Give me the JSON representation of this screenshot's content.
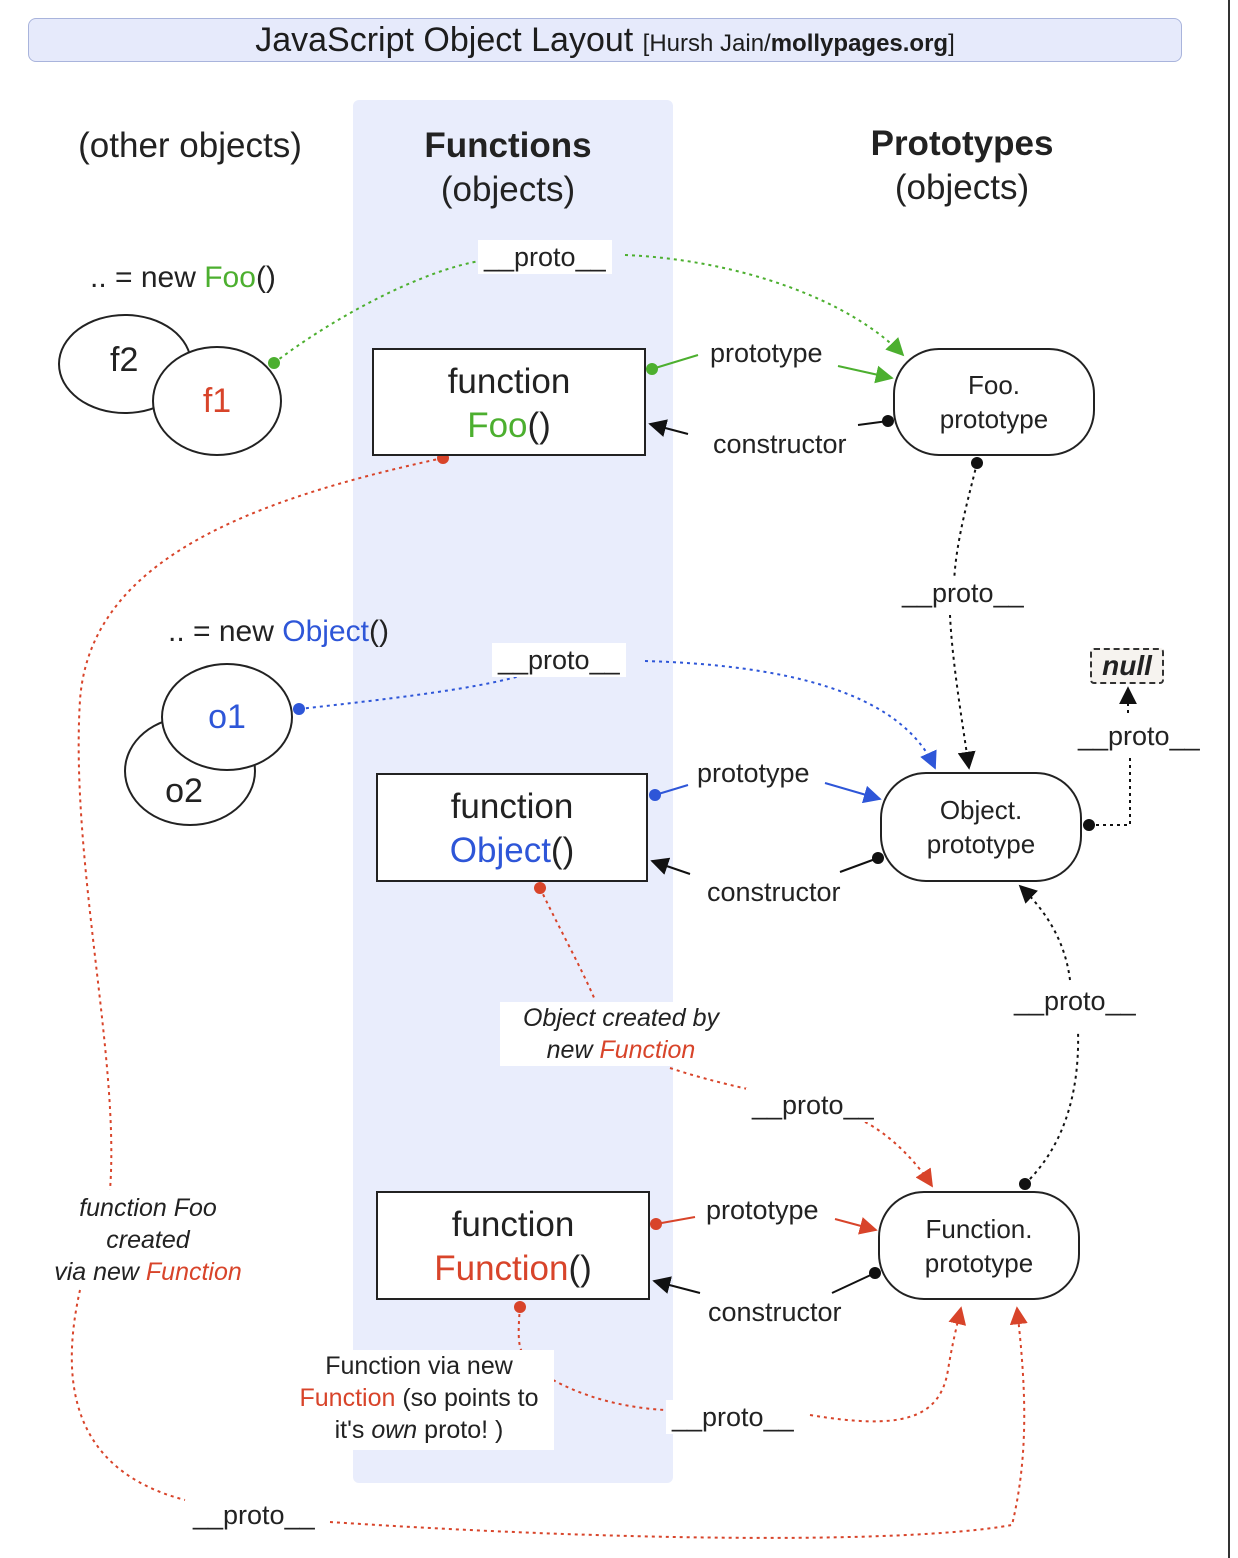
{
  "title": {
    "main": "JavaScript Object Layout",
    "credit_prefix": "[Hursh Jain/",
    "credit_site": "mollypages.org",
    "credit_suffix": "]"
  },
  "columns": {
    "other": "(other objects)",
    "functions_title": "Functions",
    "functions_sub": "(objects)",
    "prototypes_title": "Prototypes",
    "prototypes_sub": "(objects)"
  },
  "expressions": {
    "foo_prefix": ".. = new ",
    "foo_name": "Foo",
    "foo_suffix": "()",
    "object_prefix": ".. = new ",
    "object_name": "Object",
    "object_suffix": "()"
  },
  "instances": {
    "f1": "f1",
    "f2": "f2",
    "o1": "o1",
    "o2": "o2"
  },
  "functions": {
    "keyword": "function",
    "foo_name": "Foo",
    "object_name": "Object",
    "function_name": "Function",
    "parens": "()"
  },
  "prototypes": {
    "foo_line1": "Foo.",
    "object_line1": "Object.",
    "function_line1": "Function.",
    "line2": "prototype"
  },
  "null_label": "null",
  "edge_labels": {
    "proto": "__proto__",
    "prototype": "prototype",
    "constructor": "constructor"
  },
  "notes": {
    "object_created_line1": "Object created by",
    "object_created_prefix": "new ",
    "object_created_fn": "Function",
    "foo_created_line1": "function Foo",
    "foo_created_line2": "created",
    "foo_created_prefix": "via new ",
    "foo_created_fn": "Function",
    "fn_via_line1": "Function via new",
    "fn_via_fn": "Function",
    "fn_via_line2_rest": " (so points to",
    "fn_via_line3_a": "it's ",
    "fn_via_line3_own": "own",
    "fn_via_line3_b": " proto! )"
  },
  "colors": {
    "foo": "#4caf2f",
    "object": "#2e56d8",
    "function": "#d8442a",
    "black": "#111111",
    "band": "#e9edfc"
  }
}
